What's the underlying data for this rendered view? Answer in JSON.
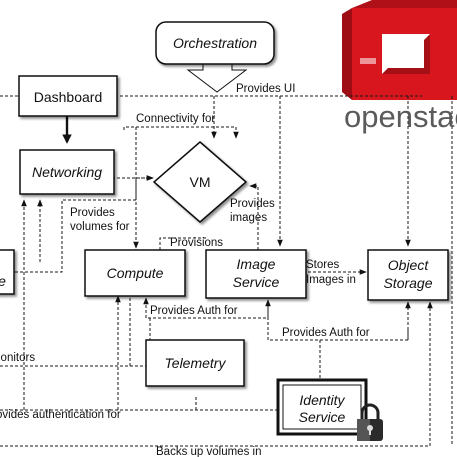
{
  "nodes": {
    "orchestration": "Orchestration",
    "dashboard": "Dashboard",
    "networking": "Networking",
    "vm": "VM",
    "compute": "Compute",
    "image_service_1": "Image",
    "image_service_2": "Service",
    "object_storage_1": "Object",
    "object_storage_2": "Storage",
    "telemetry": "Telemetry",
    "identity_1": "Identity",
    "identity_2": "Service",
    "left_cut": "e"
  },
  "edge_labels": {
    "provides_ui": "Provides UI",
    "connectivity_for": "Connectivity for",
    "provides_volumes_1": "Provides",
    "provides_volumes_2": "volumes for",
    "provides_images_1": "Provides",
    "provides_images_2": "images",
    "provisions": "Provisions",
    "stores_images_1": "Stores",
    "stores_images_2": "Images in",
    "provides_auth_compute": "Provides Auth for",
    "provides_auth_storage": "Provides Auth for",
    "monitors": "lonitors",
    "provides_authentication": "ovides authentication for",
    "backs_up": "Backs up volumes in"
  },
  "brand": {
    "wordmark": "openstac",
    "logo_color": "#d7161e"
  }
}
